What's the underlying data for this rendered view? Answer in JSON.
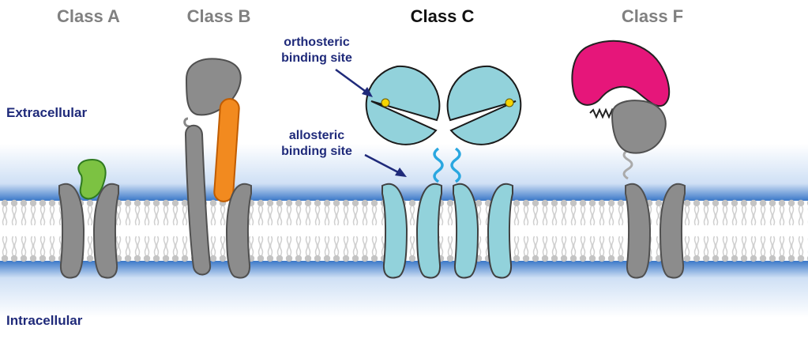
{
  "classes": {
    "a": "Class A",
    "b": "Class B",
    "c": "Class C",
    "f": "Class F"
  },
  "regions": {
    "extracellular": "Extracellular",
    "intracellular": "Intracellular"
  },
  "annotations": {
    "orthosteric_line1": "orthosteric",
    "orthosteric_line2": "binding site",
    "allosteric_line1": "allosteric",
    "allosteric_line2": "binding site"
  },
  "colors": {
    "receptor_gray": "#8c8c8c",
    "class_c_cyan": "#92d2db",
    "ligand_green": "#7cc242",
    "peptide_orange": "#f28a1f",
    "wnt_magenta": "#e6167a",
    "membrane_blue": "#3b78c8",
    "label_navy": "#1f2a7a",
    "ligand_yellow": "#f5d400"
  }
}
